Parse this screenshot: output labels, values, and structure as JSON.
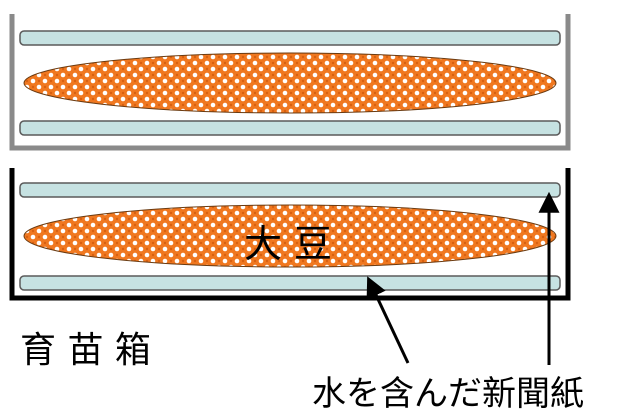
{
  "colors": {
    "box_top_wall": "#8a8a8a",
    "box_bottom_wall": "#000000",
    "paper_fill": "#c6e2e2",
    "paper_stroke": "#5a5a5a",
    "soy_orange": "#f07820",
    "soy_white": "#ffffff",
    "arrow": "#000000"
  },
  "labels": {
    "soybean": "大 豆",
    "seedling_box": "育 苗 箱",
    "wet_newspaper": "水を含んだ新聞紙"
  }
}
